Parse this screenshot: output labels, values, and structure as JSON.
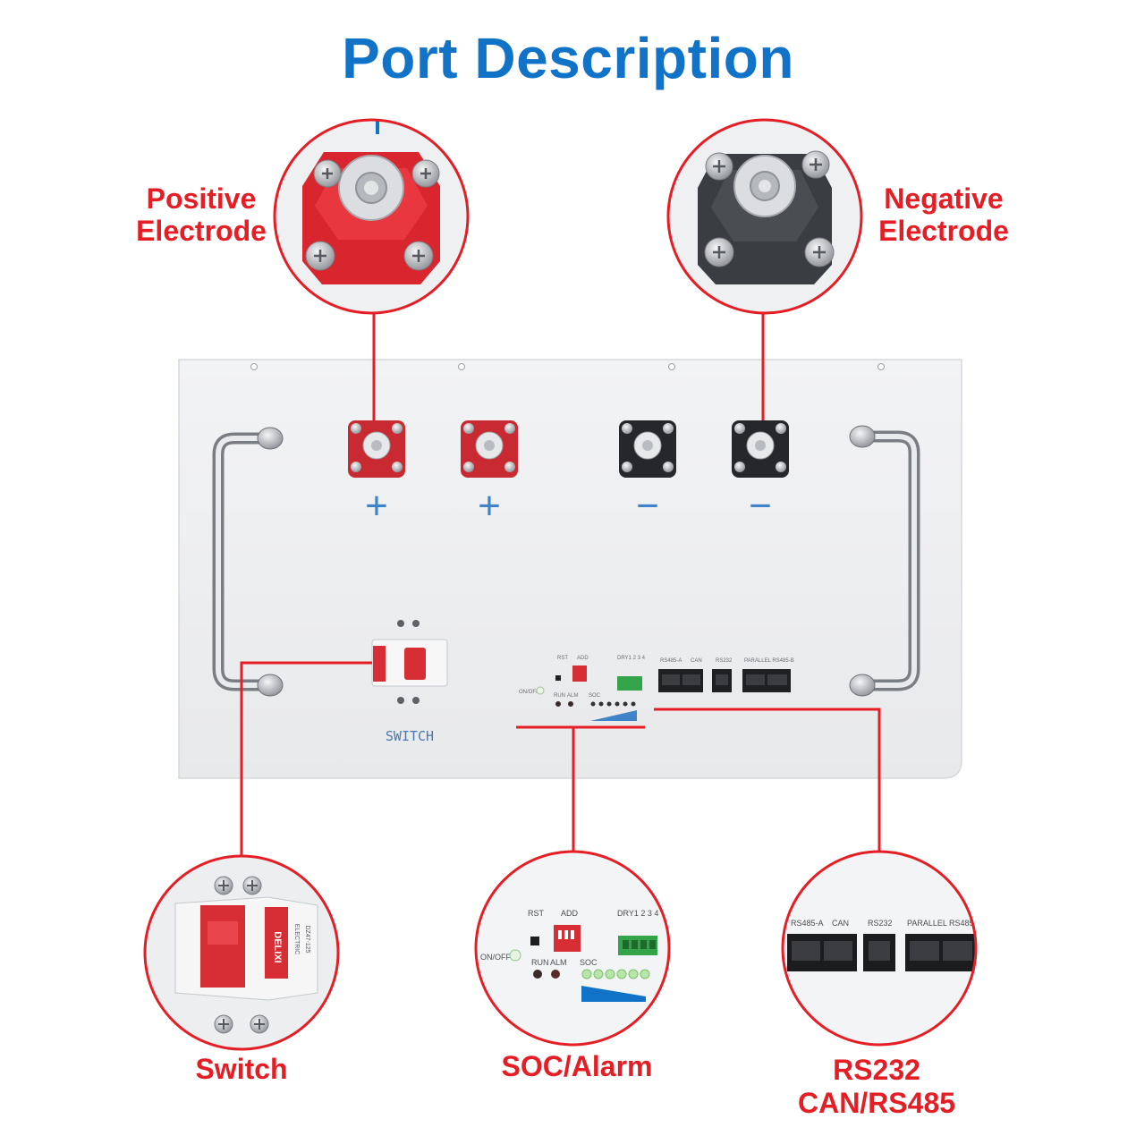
{
  "title": "Port Description",
  "labels": {
    "positive_line1": "Positive",
    "positive_line2": "Electrode",
    "negative_line1": "Negative",
    "negative_line2": "Electrode",
    "switch": "Switch",
    "soc_alarm": "SOC/Alarm",
    "rs_line1": "RS232",
    "rs_line2": "CAN/RS485"
  },
  "panel": {
    "terminal_signs": [
      "+",
      "+",
      "−",
      "−"
    ],
    "switch_text": "SWITCH",
    "rst": "RST",
    "add": "ADD",
    "dry": "DRY1  2  3  4",
    "onoff": "ON/OFF",
    "run": "RUN",
    "alm": "ALM",
    "soc": "SOC",
    "rs485a": "RS485-A",
    "can": "CAN",
    "rs232": "RS232",
    "parallel": "PARALLEL  RS485-B"
  },
  "breaker": {
    "brand": "DELIXI",
    "brand_small": "ELECTRIC",
    "model": "DZ47-125"
  },
  "colors": {
    "title": "#1173c7",
    "label": "#e51e26",
    "callout_line": "#e51e26",
    "positive_terminal": "#d9262e",
    "negative_terminal": "#3a3d42",
    "sign": "#3f83c8"
  }
}
